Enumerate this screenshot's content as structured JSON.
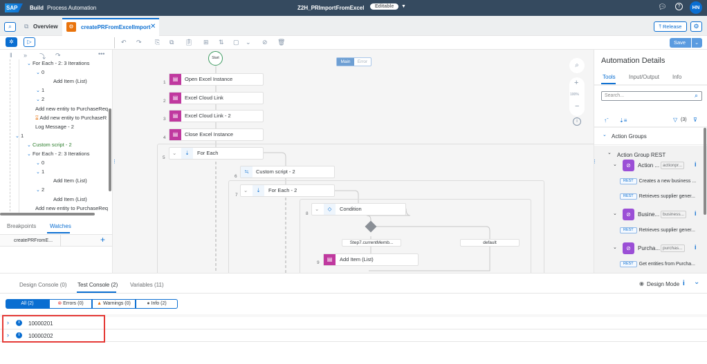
{
  "shell": {
    "logo": "SAP",
    "product": "Build",
    "app": "Process Automation",
    "project": "Z2H_PRImportFromExcel",
    "status_badge": "Editable",
    "avatar": "HN"
  },
  "tabs": {
    "overview": "Overview",
    "active": "createPRFromExcelImport"
  },
  "toolbar": {
    "release": "Release",
    "save": "Save"
  },
  "debugger": {
    "tree": [
      {
        "label": "For Each - 2: 3 Iterations",
        "level": 3,
        "chev": true
      },
      {
        "label": "0",
        "level": 4,
        "chev": true
      },
      {
        "label": "Add Item (List)",
        "level": 5
      },
      {
        "label": "1",
        "level": 4,
        "chev": true
      },
      {
        "label": "2",
        "level": 4,
        "chev": true
      },
      {
        "label": "Add new entity to PurchaseReq",
        "level": 2
      },
      {
        "label": "Add new entity to PurchaseR",
        "level": 2,
        "warn": true
      },
      {
        "label": "Log Message - 2",
        "level": 2
      },
      {
        "label": "1",
        "level": 1,
        "chev": true
      },
      {
        "label": "Custom script - 2",
        "level": 3,
        "chev": true,
        "green": true
      },
      {
        "label": "For Each - 2: 3 Iterations",
        "level": 3,
        "chev": true
      },
      {
        "label": "0",
        "level": 4,
        "chev": true
      },
      {
        "label": "1",
        "level": 4,
        "chev": true
      },
      {
        "label": "Add Item (List)",
        "level": 5
      },
      {
        "label": "2",
        "level": 4,
        "chev": true
      },
      {
        "label": "Add Item (List)",
        "level": 5
      },
      {
        "label": "Add new entity to PurchaseReq",
        "level": 2
      }
    ],
    "tabs": {
      "breakpoints": "Breakpoints",
      "watches": "Watches"
    },
    "watch_item": "createPRFromE...",
    "add": "+"
  },
  "canvas": {
    "start": "Start",
    "toggle": {
      "main": "Main",
      "error": "Error"
    },
    "zoom": "100%",
    "nodes": [
      {
        "num": "1",
        "label": "Open Excel Instance"
      },
      {
        "num": "2",
        "label": "Excel Cloud Link"
      },
      {
        "num": "3",
        "label": "Excel Cloud Link - 2"
      },
      {
        "num": "4",
        "label": "Close Excel Instance"
      },
      {
        "num": "5",
        "label": "For Each"
      },
      {
        "num": "6",
        "label": "Custom script - 2"
      },
      {
        "num": "7",
        "label": "For Each - 2"
      },
      {
        "num": "8",
        "label": "Condition"
      },
      {
        "num": "9",
        "label": "Add Item (List)"
      }
    ],
    "branch_condition": "Step7.currentMemb...",
    "branch_default": "default"
  },
  "details": {
    "title": "Automation Details",
    "tabs": [
      "Tools",
      "Input/Output",
      "Info"
    ],
    "search_placeholder": "Search...",
    "filter_count": "(3)",
    "section": "Action Groups",
    "group": "Action Group REST",
    "actions": [
      {
        "name": "Action ...",
        "tag": "actionpr...",
        "rest": [
          "Creates a new business ...",
          "Retrieves supplier gener..."
        ]
      },
      {
        "name": "Busine...",
        "tag": "business...",
        "rest": [
          "Retrieves supplier gener..."
        ]
      },
      {
        "name": "Purcha...",
        "tag": "purchas...",
        "rest": [
          "Get entities from Purcha..."
        ]
      }
    ],
    "rest_badge": "REST"
  },
  "console": {
    "tabs": [
      "Design Console (0)",
      "Test Console (2)",
      "Variables (11)"
    ],
    "design_mode": "Design Mode",
    "filters": [
      "All (2)",
      "Errors (0)",
      "Warnings (0)",
      "Info (2)"
    ],
    "rows": [
      "10000201",
      "10000202"
    ]
  },
  "colors": {
    "shell": "#354a5f",
    "accent": "#0a6ed1",
    "activity": "#c0399f",
    "action": "#9b4fd6",
    "highlight": "#e53935"
  }
}
